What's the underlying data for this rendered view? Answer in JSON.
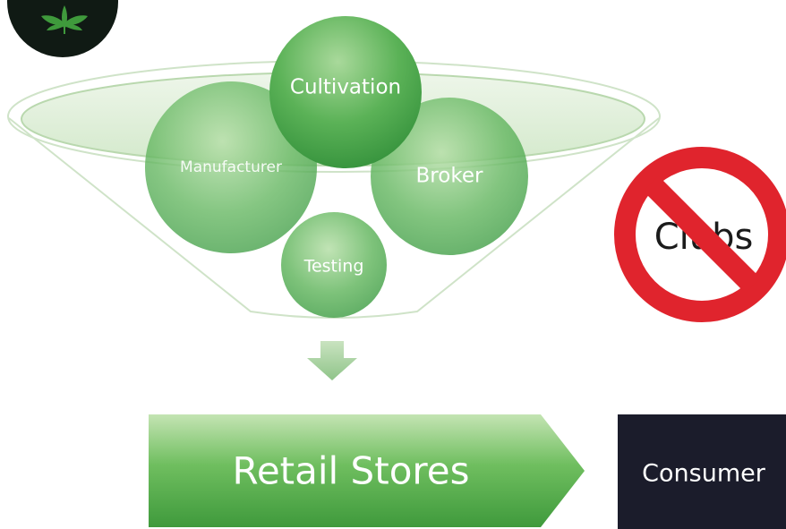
{
  "funnel": {
    "circles": [
      {
        "id": "cultivation",
        "label": "Cultivation"
      },
      {
        "id": "manufacturer",
        "label": "Manufacturer"
      },
      {
        "id": "broker",
        "label": "Broker"
      },
      {
        "id": "testing",
        "label": "Testing"
      }
    ]
  },
  "no_sign": {
    "label": "Clubs"
  },
  "retail_arrow": {
    "label": "Retail Stores"
  },
  "consumer_box": {
    "label": "Consumer"
  },
  "colors": {
    "green_light": "#b5dca6",
    "green_mid": "#5fb55b",
    "green_dark": "#2f8f3a",
    "prohibit_red": "#e0242d",
    "consumer_bg": "#1b1c2b",
    "logo_bg": "#0f1a14"
  }
}
